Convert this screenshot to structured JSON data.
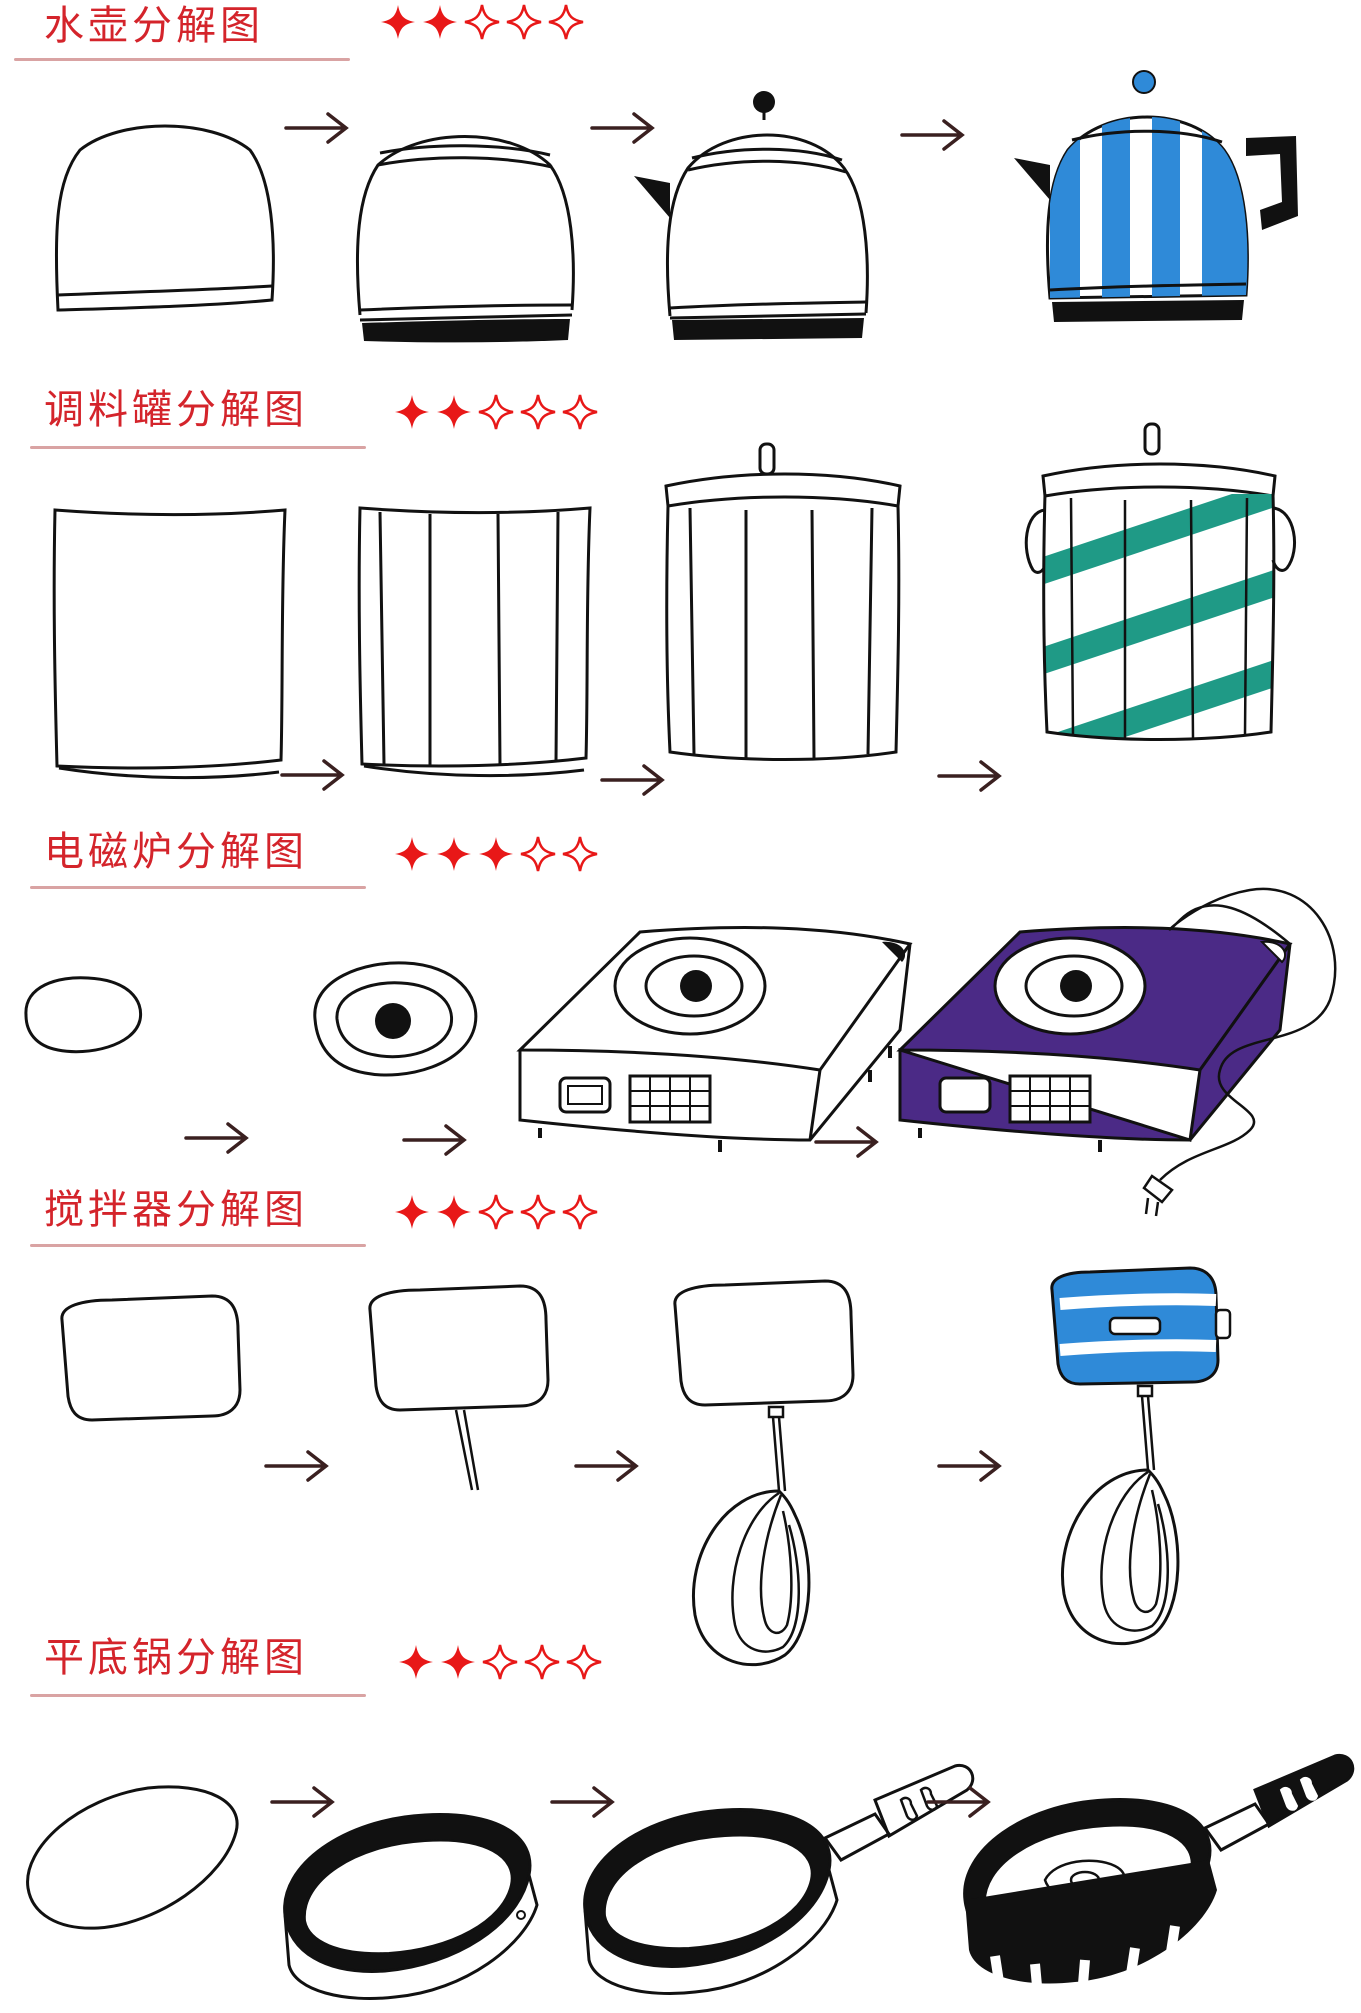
{
  "colors": {
    "title": "#d4242b",
    "star_filled": "#e81818",
    "star_empty_outline": "#e81818",
    "kettle_blue": "#2f8ad8",
    "jar_teal": "#1f9a86",
    "stove_purple": "#4b2a86",
    "mixer_blue": "#2f8ad8",
    "ink": "#111111"
  },
  "sections": [
    {
      "id": "kettle",
      "title": "水壶分解图",
      "rating": 2,
      "max_rating": 5
    },
    {
      "id": "spice-jar",
      "title": "调料罐分解图",
      "rating": 2,
      "max_rating": 5
    },
    {
      "id": "induction",
      "title": "电磁炉分解图",
      "rating": 3,
      "max_rating": 5
    },
    {
      "id": "mixer",
      "title": "搅拌器分解图",
      "rating": 2,
      "max_rating": 5
    },
    {
      "id": "frying-pan",
      "title": "平底锅分解图",
      "rating": 2,
      "max_rating": 5
    }
  ]
}
